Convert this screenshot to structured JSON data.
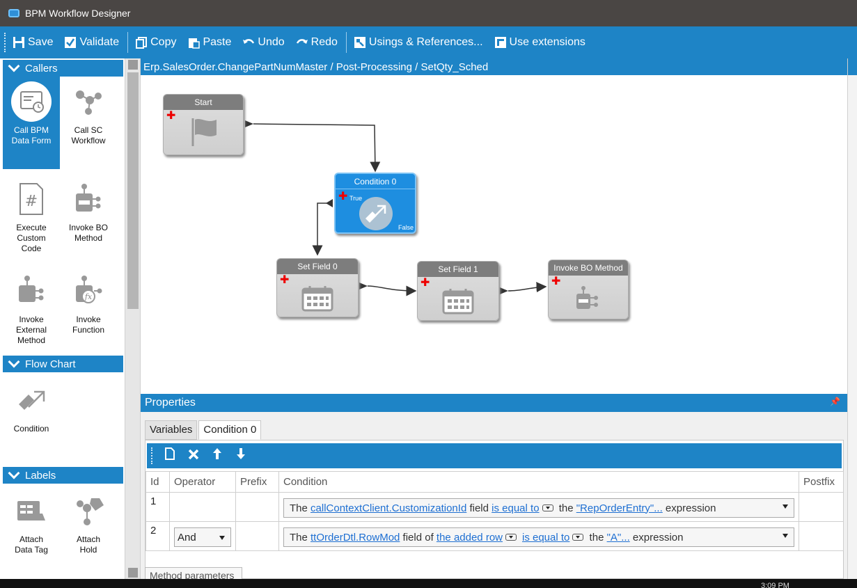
{
  "window": {
    "title": "BPM Workflow Designer"
  },
  "toolbar": {
    "save": "Save",
    "validate": "Validate",
    "copy": "Copy",
    "paste": "Paste",
    "undo": "Undo",
    "redo": "Redo",
    "usings": "Usings & References...",
    "extensions": "Use extensions"
  },
  "palette": {
    "callers": {
      "title": "Callers",
      "items": [
        "Call BPM Data Form",
        "Call SC Workflow",
        "Execute Custom Code",
        "Invoke BO Method",
        "Invoke External Method",
        "Invoke Function"
      ]
    },
    "flowchart": {
      "title": "Flow Chart",
      "items": [
        "Condition"
      ]
    },
    "labels": {
      "title": "Labels",
      "items": [
        "Attach Data Tag",
        "Attach Hold"
      ]
    }
  },
  "canvas": {
    "path": "Erp.SalesOrder.ChangePartNumMaster / Post-Processing / SetQty_Sched",
    "nodes": {
      "start": "Start",
      "condition": "Condition 0",
      "cond_true": "True",
      "cond_false": "False",
      "setfield0": "Set Field 0",
      "setfield1": "Set Field 1",
      "invoke": "Invoke BO Method"
    }
  },
  "properties": {
    "title": "Properties",
    "tabs": [
      "Variables",
      "Condition 0"
    ],
    "columns": [
      "Id",
      "Operator",
      "Prefix",
      "Condition",
      "Postfix"
    ],
    "rows": [
      {
        "id": "1",
        "operator": "",
        "c_pre": "The ",
        "c_field": "callContextClient.CustomizationId",
        "c_mid": " field ",
        "c_op": "is equal to",
        "c_the": " the ",
        "c_value": "\"RepOrderEntry\"...",
        "c_end": " expression"
      },
      {
        "id": "2",
        "operator": "And",
        "c_pre": "The ",
        "c_field": "ttOrderDtl.RowMod",
        "c_mid": " field of ",
        "c_row": "the added row",
        "c_op": "is equal to",
        "c_the": " the ",
        "c_value": "\"A\"...",
        "c_end": " expression"
      }
    ],
    "bottom_tab": "Method parameters"
  },
  "taskbar": {
    "clock": "3:09 PM"
  },
  "colors": {
    "accent": "#1e84c6",
    "titlebar": "#4a4644",
    "link": "#1e6fd2"
  }
}
